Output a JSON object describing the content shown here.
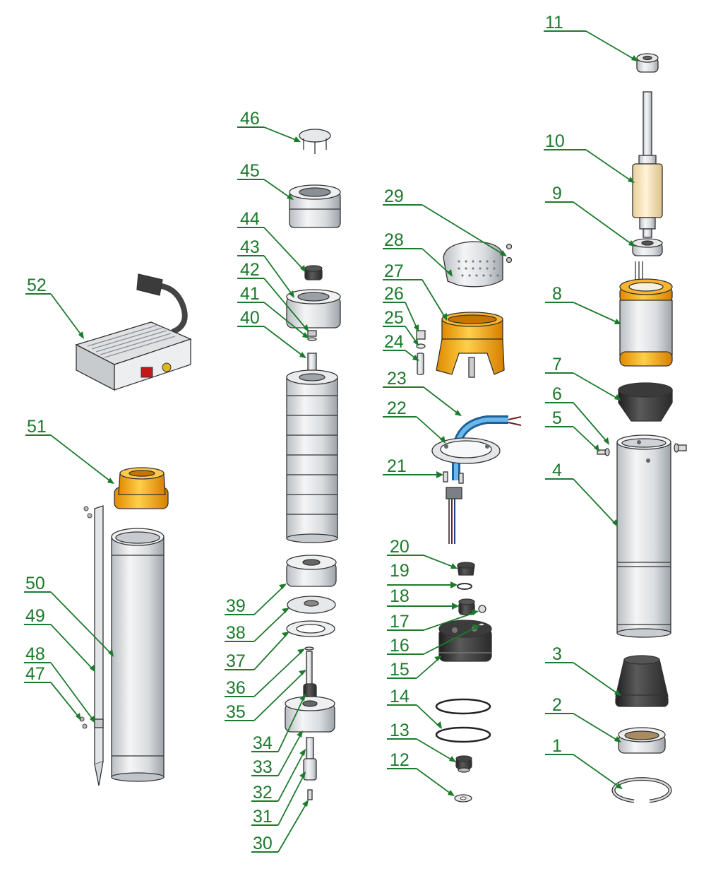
{
  "diagram": {
    "accent_color": "#1c7a2c",
    "labels": [
      "1",
      "2",
      "3",
      "4",
      "5",
      "6",
      "7",
      "8",
      "9",
      "10",
      "11",
      "12",
      "13",
      "14",
      "15",
      "16",
      "17",
      "18",
      "19",
      "20",
      "21",
      "22",
      "23",
      "24",
      "25",
      "26",
      "27",
      "28",
      "29",
      "30",
      "31",
      "32",
      "33",
      "34",
      "35",
      "36",
      "37",
      "38",
      "39",
      "40",
      "41",
      "42",
      "43",
      "44",
      "45",
      "46",
      "47",
      "48",
      "49",
      "50",
      "51",
      "52"
    ]
  }
}
